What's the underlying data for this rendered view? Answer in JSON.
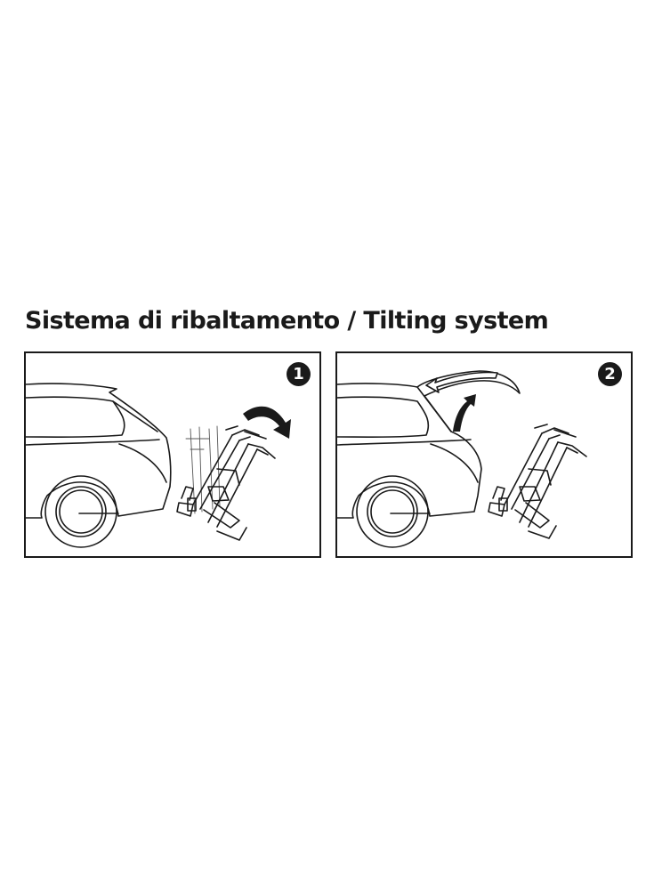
{
  "title": "Sistema di ribaltamento / Tilting system",
  "steps": [
    {
      "number": "1"
    },
    {
      "number": "2"
    }
  ],
  "colors": {
    "line": "#1a1a1a",
    "background": "#ffffff"
  }
}
